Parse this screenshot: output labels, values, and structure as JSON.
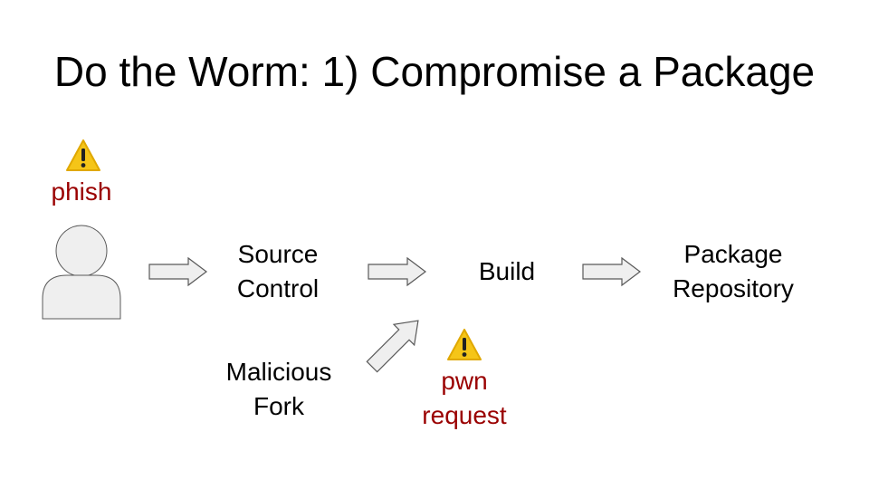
{
  "slide": {
    "title": "Do the Worm: 1) Compromise a Package"
  },
  "diagram": {
    "nodes": {
      "source_control": {
        "line1": "Source",
        "line2": "Control"
      },
      "build": {
        "label": "Build"
      },
      "package_repository": {
        "line1": "Package",
        "line2": "Repository"
      },
      "malicious_fork": {
        "line1": "Malicious",
        "line2": "Fork"
      }
    },
    "annotations": {
      "phish": {
        "label": "phish",
        "icon": "warning-icon"
      },
      "pwn_request": {
        "line1": "pwn",
        "line2": "request",
        "icon": "warning-icon"
      }
    },
    "colors": {
      "warning_text": "#9a0000",
      "warning_icon_fill": "#f5c518",
      "shape_fill": "#efefef",
      "shape_stroke": "#595959"
    }
  }
}
